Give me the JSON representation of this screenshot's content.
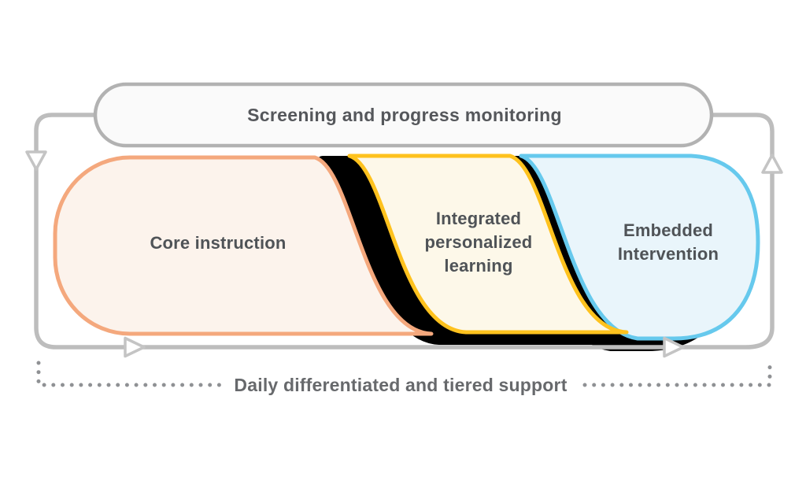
{
  "pill": {
    "title": "Screening and progress monitoring"
  },
  "stages": [
    {
      "name": "core-instruction",
      "lines": [
        "Core instruction"
      ],
      "stroke": "#F4A87D",
      "fill": "#FCF3EC"
    },
    {
      "name": "integrated-personalized-learning",
      "lines": [
        "Integrated",
        "personalized",
        "learning"
      ],
      "stroke": "#FEC21E",
      "fill": "#FDF8E9"
    },
    {
      "name": "embedded-intervention",
      "lines": [
        "Embedded",
        "Intervention"
      ],
      "stroke": "#66C9ED",
      "fill": "#E9F5FB"
    }
  ],
  "footer": {
    "label": "Daily differentiated and tiered support"
  },
  "colors": {
    "backdrop_black": "#000000",
    "connector_gray": "#BDBDBD",
    "arrow_fill": "#FFFFFF",
    "arrow_stroke": "#C4C4C4",
    "pill_fill": "#FAFAFA",
    "pill_stroke": "#B2B2B2",
    "title_text": "#55575B",
    "label_text": "#4F5357",
    "footer_text": "#67696C",
    "dotted_line": "#8F9194"
  }
}
